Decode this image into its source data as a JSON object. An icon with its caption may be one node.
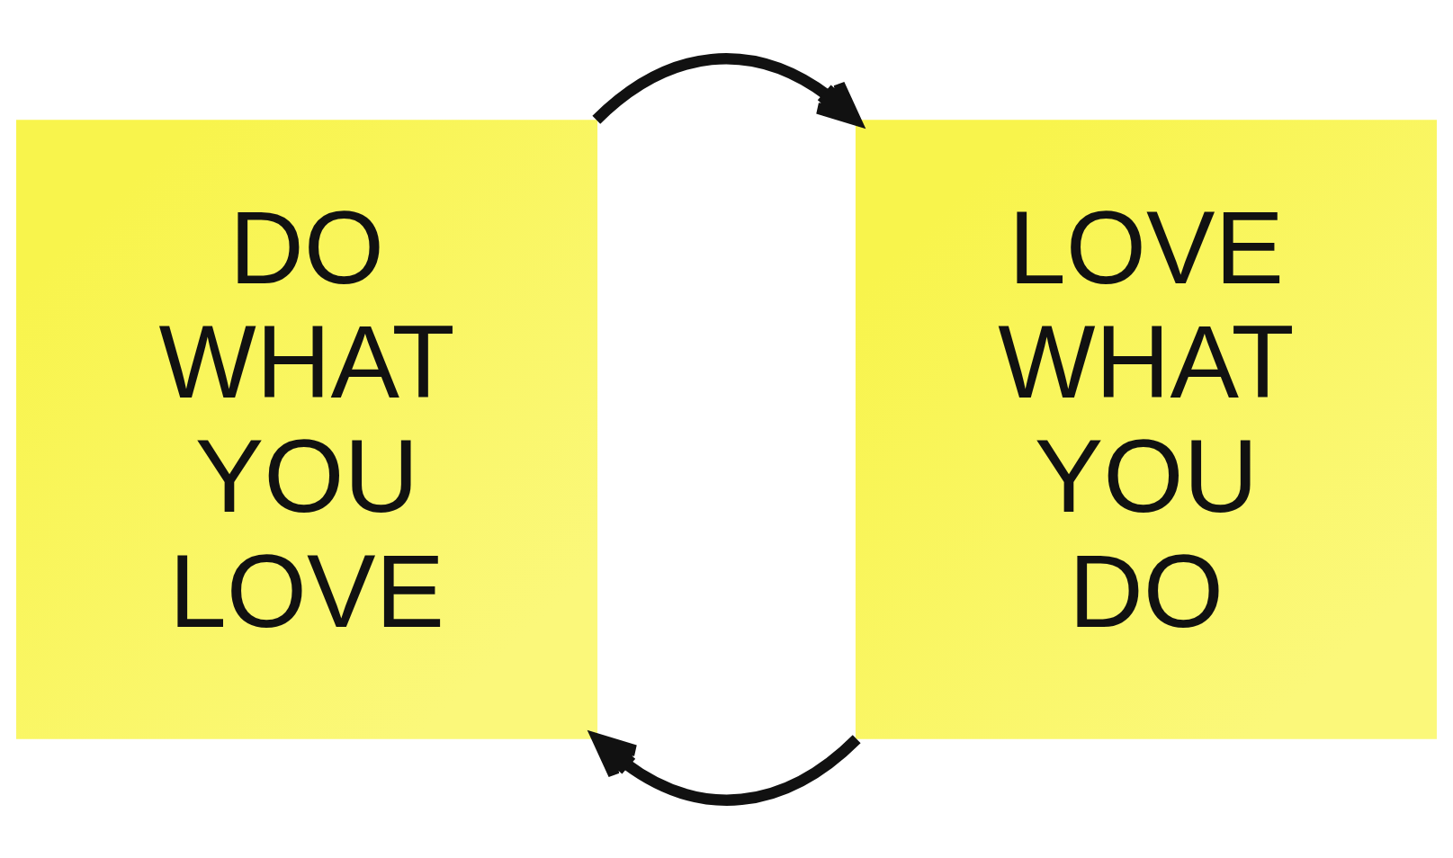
{
  "diagram": {
    "nodes": [
      {
        "text": [
          "DO WHAT YOU LOVE"
        ]
      },
      {
        "text": [
          "LOVE WHAT YOU DO"
        ]
      }
    ],
    "edges": [
      {
        "from": 0,
        "to": 1,
        "arrow": "to"
      },
      {
        "from": 1,
        "to": 0,
        "arrow": "to"
      }
    ]
  }
}
